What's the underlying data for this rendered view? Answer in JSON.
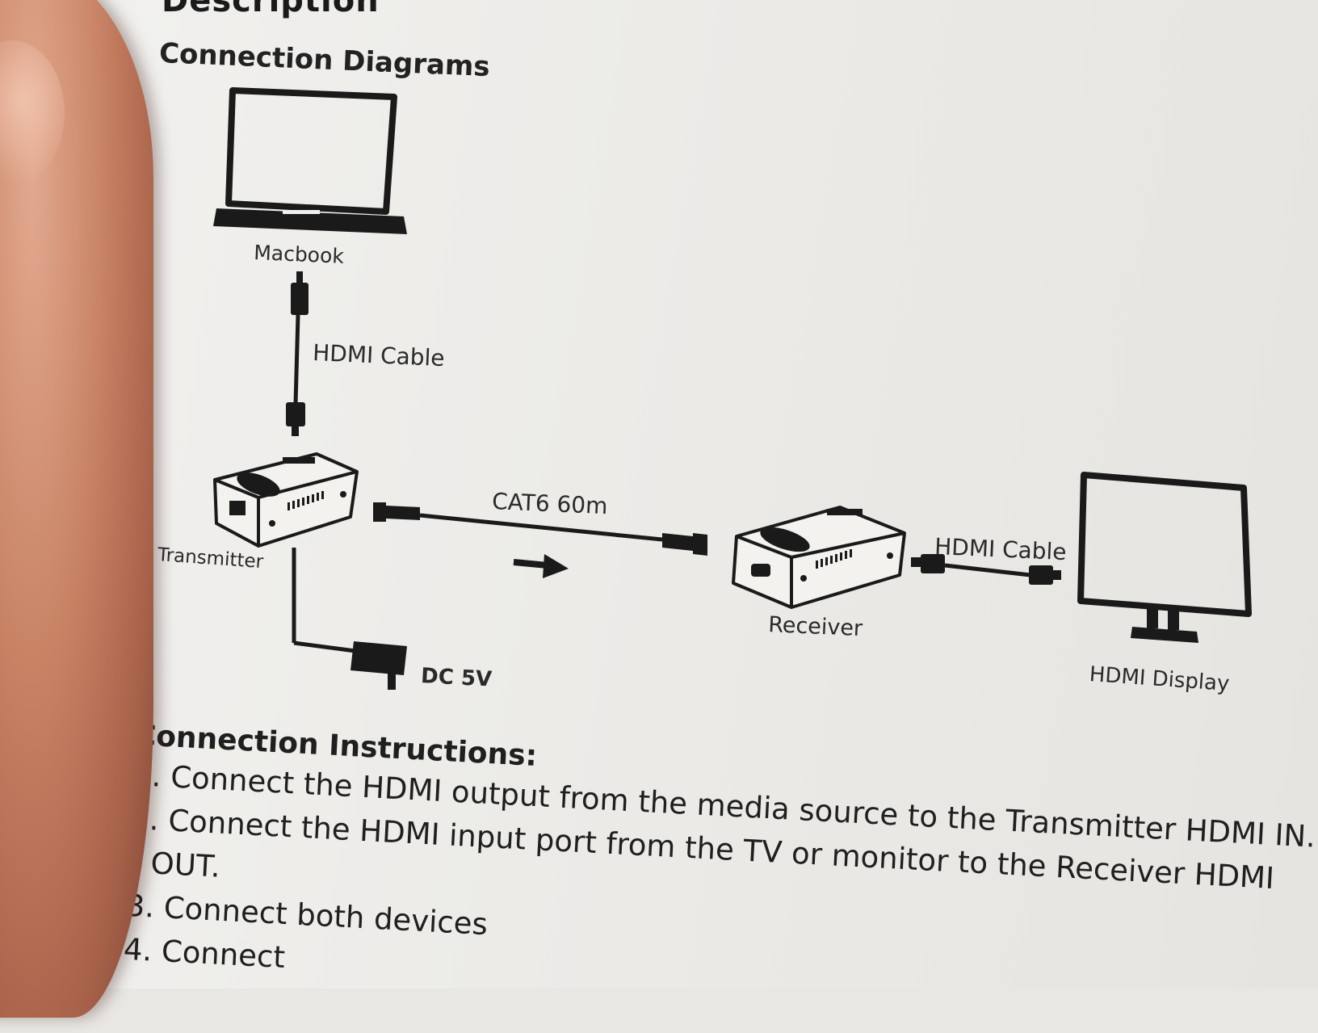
{
  "page": {
    "heading_partial": "Description",
    "diagram_title": "Connection Diagrams"
  },
  "diagram": {
    "macbook_label": "Macbook",
    "hdmi_cable_top_label": "HDMI Cable",
    "transmitter_label": "Transmitter",
    "cat6_label": "CAT6 60m",
    "receiver_label": "Receiver",
    "hdmi_cable_right_label": "HDMI Cable",
    "dc_label": "DC 5V",
    "display_label": "HDMI Display"
  },
  "instructions": {
    "heading": "Connection Instructions:",
    "lines": [
      "1. Connect the HDMI output from the media source to the Transmitter HDMI IN.",
      "2. Connect the HDMI input port from the TV or monitor to the Receiver HDMI",
      "OUT.",
      "3. Connect both devices",
      "4. Connect"
    ]
  }
}
